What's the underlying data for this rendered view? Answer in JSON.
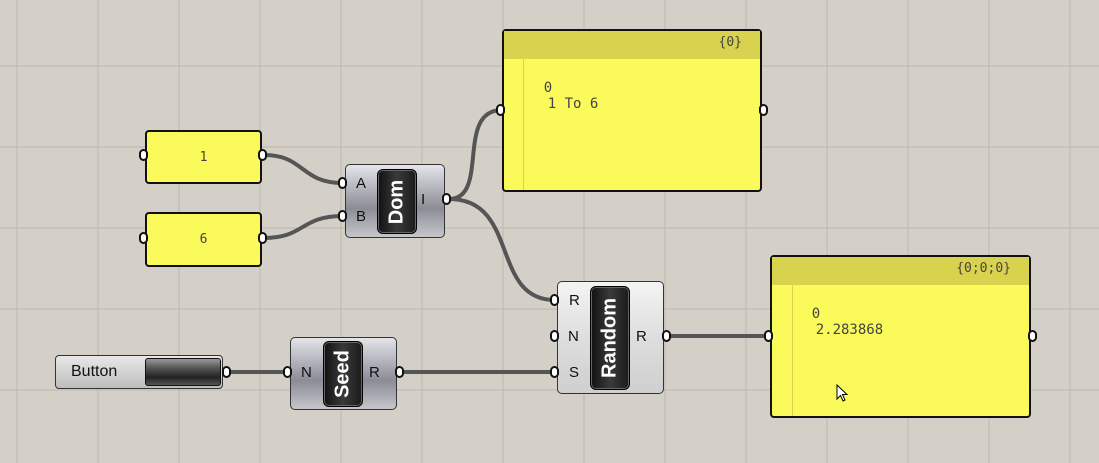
{
  "canvas": {
    "background": "#d4d0c8",
    "grid_color": "#b9b6ae"
  },
  "colors": {
    "panel": "#fafa5a",
    "panel_header": "#d8d24e",
    "wire": "#555555"
  },
  "panels": {
    "value_a": {
      "text": "1"
    },
    "value_b": {
      "text": "6"
    },
    "domain_output": {
      "path": "{0}",
      "row_index": "0",
      "row_value": "1 To 6"
    },
    "random_output": {
      "path": "{0;0;0}",
      "row_index": "0",
      "row_value": "2.283868"
    }
  },
  "components": {
    "domain": {
      "nickname": "Dom",
      "inputs": [
        "A",
        "B"
      ],
      "output": "I"
    },
    "random": {
      "nickname": "Random",
      "inputs": [
        "R",
        "N",
        "S"
      ],
      "output": "R"
    },
    "seed": {
      "nickname": "Seed",
      "input": "N",
      "output": "R"
    },
    "button": {
      "label": "Button"
    }
  },
  "icons": [
    "mouse-cursor-icon"
  ]
}
